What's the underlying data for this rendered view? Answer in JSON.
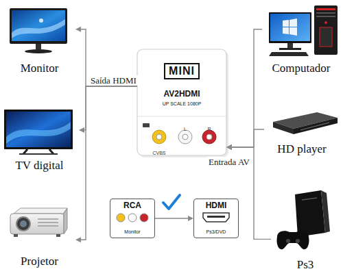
{
  "diagram": {
    "nodes": [
      {
        "text": [
          "Monitor"
        ]
      },
      {
        "text": [
          "TV digital"
        ]
      },
      {
        "text": [
          "Projetor"
        ]
      },
      {
        "text": [
          "MINI",
          "AV2HDMI",
          "UP SCALE 1080P"
        ]
      },
      {
        "text": [
          "Computador"
        ]
      },
      {
        "text": [
          "HD player"
        ]
      },
      {
        "text": [
          "Ps3"
        ]
      },
      {
        "text": [
          "RCA",
          "Monitor"
        ]
      },
      {
        "text": [
          "HDMI",
          "Ps3/DVD"
        ]
      }
    ],
    "edges": [
      {
        "from": 3,
        "to": 0,
        "arrow": "to"
      },
      {
        "from": 3,
        "to": 1,
        "label": "Saída HDMI",
        "arrow": "to"
      },
      {
        "from": 3,
        "to": 2,
        "arrow": "to"
      },
      {
        "from": 4,
        "to": 3,
        "arrow": "to"
      },
      {
        "from": 5,
        "to": 3,
        "label": "Entrada AV",
        "arrow": "to"
      },
      {
        "from": 6,
        "to": 3,
        "arrow": "to"
      },
      {
        "from": 7,
        "to": 8,
        "arrow": "to"
      }
    ],
    "labels": [
      "CVBS",
      "L",
      "R"
    ]
  }
}
